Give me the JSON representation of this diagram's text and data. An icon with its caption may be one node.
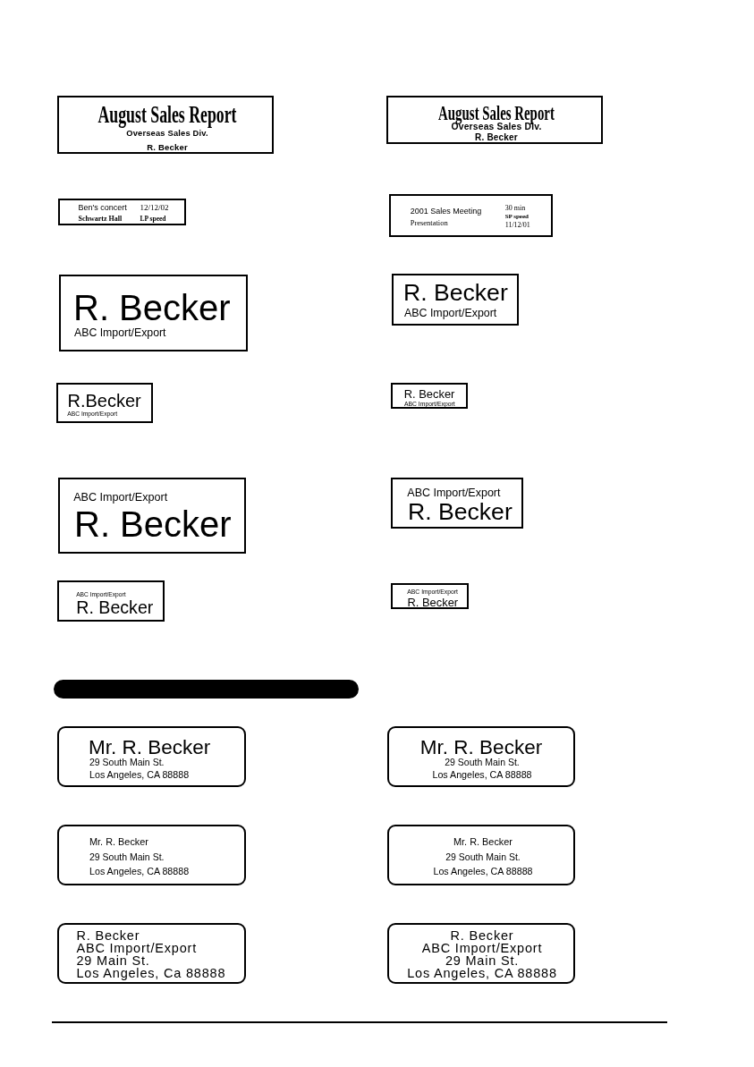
{
  "diagram": {
    "nodes": [
      {
        "text": [
          "August Sales Report",
          "Overseas Sales Div.",
          "R. Becker"
        ]
      },
      {
        "text": [
          "August Sales Report",
          "Overseas Sales Div.",
          "R. Becker"
        ]
      },
      {
        "text": [
          "Ben's concert",
          "12/12/02",
          "Schwartz Hall",
          "LP speed"
        ]
      },
      {
        "text": [
          "2001 Sales Meeting",
          "Presentation",
          "30 min",
          "SP speed",
          "11/12/01"
        ]
      },
      {
        "text": [
          "R. Becker",
          "ABC Import/Export"
        ]
      },
      {
        "text": [
          "R. Becker",
          "ABC Import/Export"
        ]
      },
      {
        "text": [
          "R.Becker",
          "ABC Import/Export"
        ]
      },
      {
        "text": [
          "R. Becker",
          "ABC Import/Export"
        ]
      },
      {
        "text": [
          "ABC Import/Export",
          "R. Becker"
        ]
      },
      {
        "text": [
          "ABC Import/Export",
          "R. Becker"
        ]
      },
      {
        "text": [
          "ABC Import/Export",
          "R. Becker"
        ]
      },
      {
        "text": [
          "ABC Import/Export",
          "R. Becker"
        ]
      },
      {
        "text": [],
        "shape": "bar"
      },
      {
        "text": [
          "Mr. R. Becker",
          "29 South Main St.",
          "Los Angeles, CA 88888"
        ]
      },
      {
        "text": [
          "Mr. R. Becker",
          "29 South Main St.",
          "Los Angeles, CA 88888"
        ]
      },
      {
        "text": [
          "Mr. R. Becker",
          "29 South Main St.",
          "Los Angeles, CA 88888"
        ]
      },
      {
        "text": [
          "Mr. R. Becker",
          "29 South Main St.",
          "Los Angeles, CA 88888"
        ]
      },
      {
        "text": [
          "R. Becker",
          "ABC Import/Export",
          "29 Main St.",
          "Los Angeles, Ca 88888"
        ]
      },
      {
        "text": [
          "R. Becker",
          "ABC Import/Export",
          "29 Main St.",
          "Los Angeles, CA 88888"
        ]
      }
    ]
  }
}
